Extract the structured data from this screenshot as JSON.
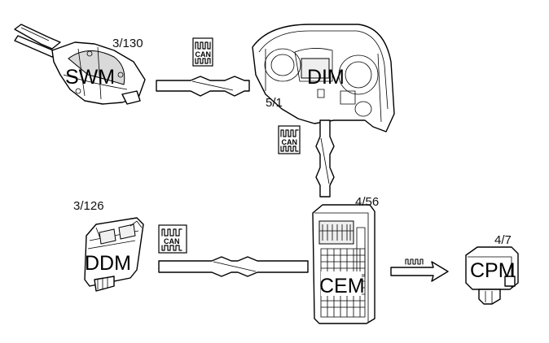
{
  "modules": {
    "swm": {
      "label": "SWM",
      "ref": "3/130"
    },
    "dim": {
      "label": "DIM",
      "ref": "5/1"
    },
    "ddm": {
      "label": "DDM",
      "ref": "3/126"
    },
    "cem": {
      "label": "CEM",
      "ref": "4/56"
    },
    "cpm": {
      "label": "CPM",
      "ref": "4/7"
    }
  },
  "can_icon_label": "CAN",
  "icons": [
    "swm-steering-module-icon",
    "dim-instrument-cluster-icon",
    "ddm-door-module-icon",
    "cem-central-electronic-module-icon",
    "cpm-module-icon",
    "can-bus-icon",
    "lin-bus-arrow-icon"
  ]
}
